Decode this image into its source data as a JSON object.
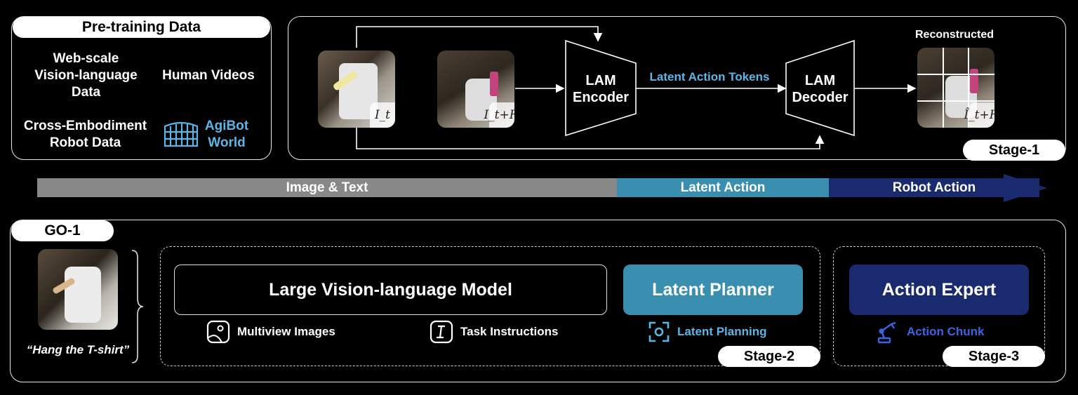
{
  "pretrain": {
    "title": "Pre-training Data",
    "web_scale": [
      "Web-scale",
      "Vision-language",
      "Data"
    ],
    "human_videos": "Human Videos",
    "cross_embodiment": [
      "Cross-Embodiment",
      "Robot Data"
    ],
    "agibot": [
      "AgiBot",
      "World"
    ]
  },
  "stage1": {
    "encoder": [
      "LAM",
      "Encoder"
    ],
    "decoder": [
      "LAM",
      "Decoder"
    ],
    "latent_tokens": "Latent Action Tokens",
    "reconstructed": "Reconstructed",
    "label": "Stage-1",
    "img1_tag": "I_t",
    "img2_tag": "I_t+H",
    "img3_tag": "Î_t+H"
  },
  "bands": {
    "image_text": "Image & Text",
    "latent_action": "Latent Action",
    "robot_action": "Robot Action"
  },
  "go1": {
    "label": "GO-1",
    "instruction": "“Hang the T-shirt”",
    "vlm": "Large Vision-language Model",
    "multiview": "Multiview Images",
    "task_instr": "Task Instructions",
    "latent_planner": "Latent Planner",
    "latent_planning": "Latent Planning",
    "stage2": "Stage-2",
    "action_expert": "Action Expert",
    "action_chunk": "Action Chunk",
    "stage3": "Stage-3"
  },
  "colors": {
    "background": "#000000",
    "latent_blue": "#3a8fb0",
    "robot_navy": "#1a2a6e",
    "light_blue_text": "#5bb6e6",
    "action_blue": "#3c64e0",
    "gray_band": "#888888"
  }
}
